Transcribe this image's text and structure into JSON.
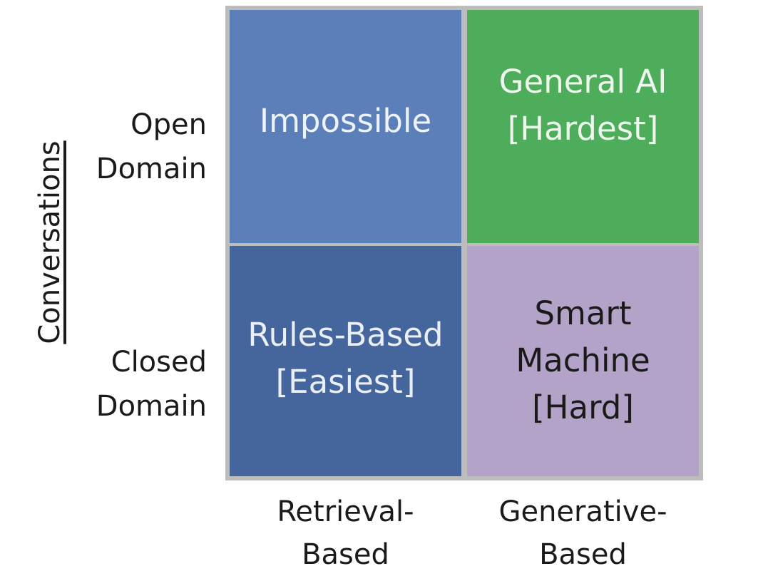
{
  "axis": {
    "y_title": "Conversations",
    "rows": [
      "Open\nDomain",
      "Closed\nDomain"
    ],
    "columns": [
      "Retrieval-\nBased",
      "Generative-\nBased"
    ]
  },
  "quadrants": {
    "top_left": "Impossible",
    "top_right": "General AI\n[Hardest]",
    "bottom_left": "Rules-Based\n[Easiest]",
    "bottom_right": "Smart\nMachine\n[Hard]"
  },
  "colors": {
    "top_left": "#5b80b9",
    "top_right": "#4ead5b",
    "bottom_left": "#44669c",
    "bottom_right": "#b3a3c8",
    "grid_border": "#bdbdbd"
  }
}
